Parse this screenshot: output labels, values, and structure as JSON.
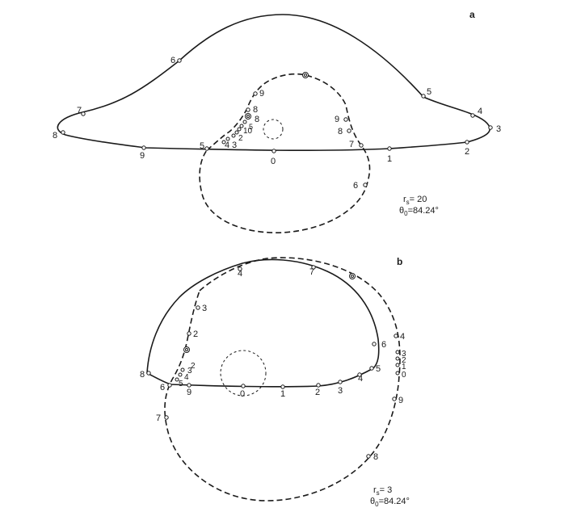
{
  "panel_a": {
    "letter": "a",
    "params": {
      "line1": "r",
      "line1_sub": "s",
      "line1_rest": "= 20",
      "line2": "θ",
      "line2_sub": "0",
      "line2_rest": "=84.24°"
    },
    "solid_labels": [
      "6",
      "7",
      "8",
      "9",
      "5",
      "0",
      "1",
      "2",
      "3",
      "4",
      "5"
    ],
    "dashed_labels": [
      "9",
      "8",
      "8",
      "9",
      "8",
      "7",
      "6",
      "5",
      "4",
      "3",
      "2",
      "10"
    ]
  },
  "panel_b": {
    "letter": "b",
    "params": {
      "line1": "r",
      "line1_sub": "s",
      "line1_rest": "= 3",
      "line2": "θ",
      "line2_sub": "0",
      "line2_rest": "=84.24°"
    },
    "solid_labels": [
      "4",
      "7",
      "6",
      "5",
      "4",
      "3",
      "2",
      "1",
      "0",
      "9",
      "8",
      "3",
      "2"
    ],
    "dashed_labels": [
      "4",
      "3",
      "2",
      "1",
      "0",
      "9",
      "8",
      "7",
      "6",
      "5",
      "4",
      "3",
      "2"
    ]
  }
}
